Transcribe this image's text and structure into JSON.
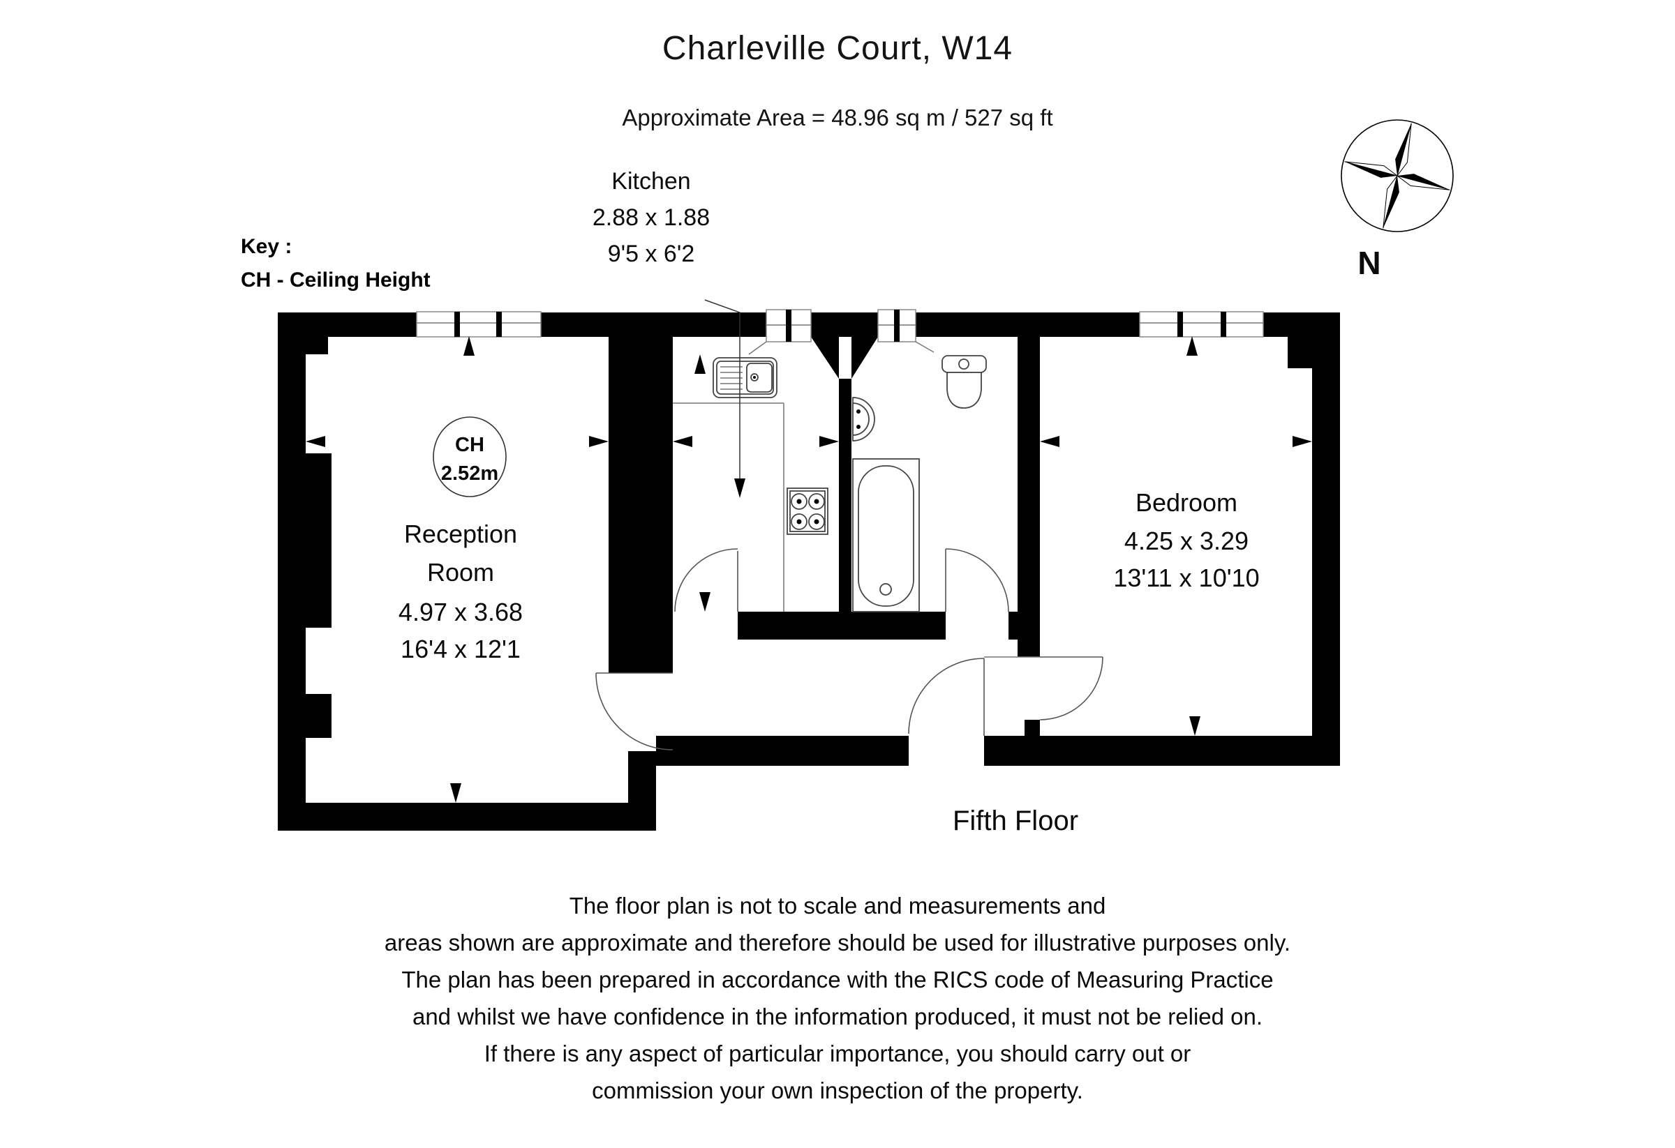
{
  "header": {
    "title": "Charleville Court, W14",
    "area_line": "Approximate Area =  48.96 sq m / 527 sq ft"
  },
  "key": {
    "line1": "Key :",
    "line2": "CH - Ceiling Height"
  },
  "compass": {
    "north_label": "N"
  },
  "ceiling_height": {
    "label": "CH",
    "value": "2.52m"
  },
  "rooms": {
    "kitchen": {
      "name": "Kitchen",
      "dims_m": "2.88 x 1.88",
      "dims_ft": "9'5 x 6'2"
    },
    "reception": {
      "name_line1": "Reception",
      "name_line2": "Room",
      "dims_m": "4.97 x 3.68",
      "dims_ft": "16'4 x 12'1"
    },
    "bedroom": {
      "name": "Bedroom",
      "dims_m": "4.25 x 3.29",
      "dims_ft": "13'11 x 10'10"
    }
  },
  "floor_label": "Fifth Floor",
  "disclaimer": {
    "lines": [
      "The floor plan is not to scale and measurements and",
      "areas shown are approximate and therefore should be used for illustrative purposes only.",
      "The plan has been prepared in accordance with the RICS code of Measuring Practice",
      "and whilst we have confidence in the information produced, it must not be relied on.",
      "If there is any aspect of particular importance, you should carry out or",
      "commission your own inspection of the property."
    ]
  },
  "colors": {
    "walls": "#000000",
    "background": "#ffffff",
    "text": "#0a0a0a"
  }
}
